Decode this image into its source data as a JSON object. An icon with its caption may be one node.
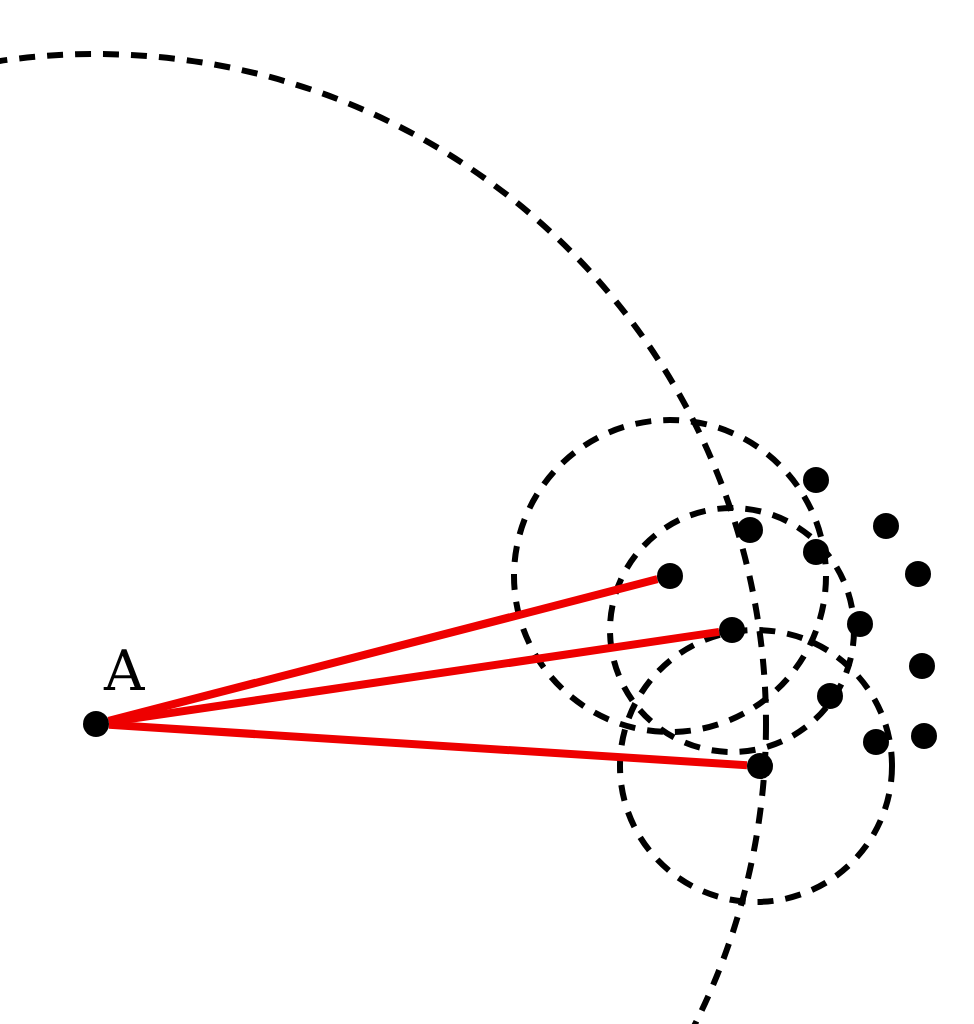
{
  "diagram": {
    "nodes": [
      {
        "text": [],
        "shape": "circle",
        "beside": [
          "A"
        ]
      },
      {
        "text": [],
        "shape": "circle"
      },
      {
        "text": [],
        "shape": "circle"
      },
      {
        "text": [],
        "shape": "circle"
      },
      {
        "text": [],
        "shape": "circle"
      },
      {
        "text": [],
        "shape": "circle"
      },
      {
        "text": [],
        "shape": "circle"
      },
      {
        "text": [],
        "shape": "circle"
      },
      {
        "text": [],
        "shape": "circle"
      },
      {
        "text": [],
        "shape": "circle"
      },
      {
        "text": [],
        "shape": "circle"
      },
      {
        "text": [],
        "shape": "circle"
      },
      {
        "text": [],
        "shape": "circle"
      },
      {
        "text": [],
        "shape": "circle"
      }
    ],
    "edges": [
      {
        "from": 0,
        "to": 1,
        "arrow": "none"
      },
      {
        "from": 0,
        "to": 2,
        "arrow": "none"
      },
      {
        "from": 0,
        "to": 4,
        "arrow": "none"
      }
    ]
  }
}
